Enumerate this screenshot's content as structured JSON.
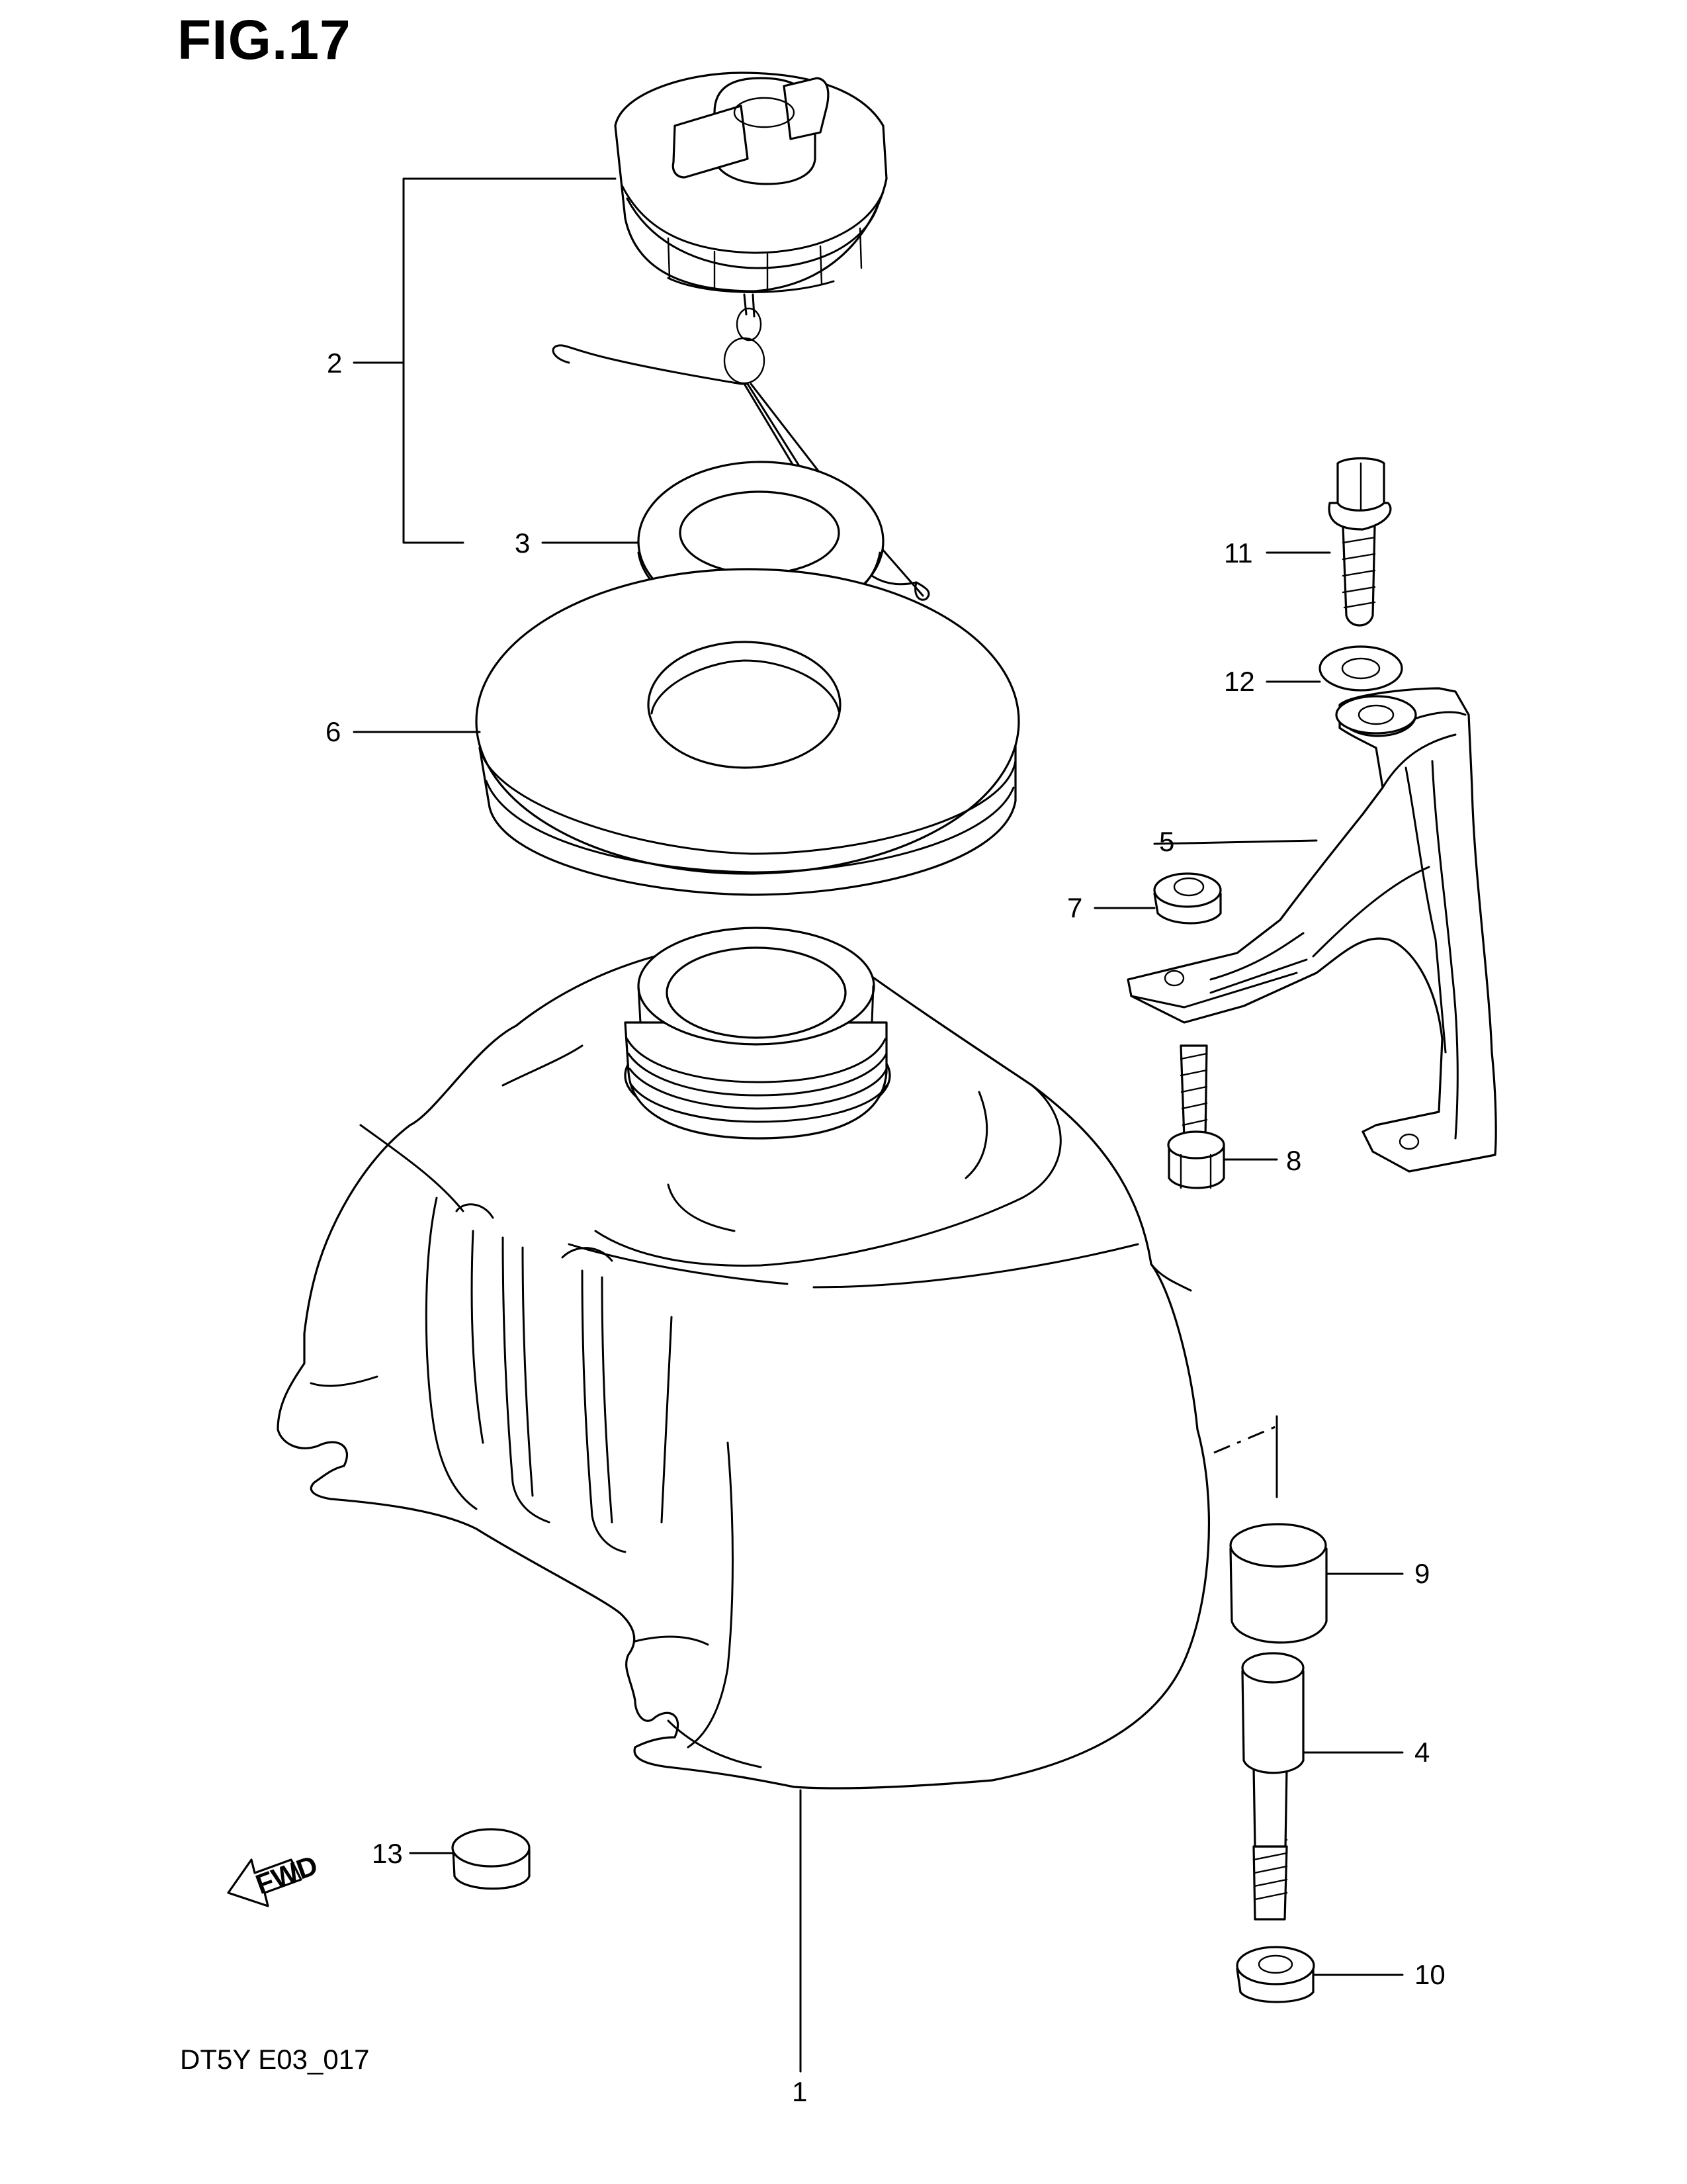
{
  "figure": {
    "title": "FIG.17",
    "code": "DT5Y E03_017"
  },
  "callouts": [
    {
      "number": "1",
      "part": "fuel-tank"
    },
    {
      "number": "2",
      "part": "fuel-cap-assembly"
    },
    {
      "number": "3",
      "part": "cap-gasket"
    },
    {
      "number": "4",
      "part": "mount-bolt"
    },
    {
      "number": "5",
      "part": "tank-bracket"
    },
    {
      "number": "6",
      "part": "neck-cushion"
    },
    {
      "number": "7",
      "part": "flange-nut"
    },
    {
      "number": "8",
      "part": "bracket-bolt"
    },
    {
      "number": "9",
      "part": "rubber-cushion"
    },
    {
      "number": "10",
      "part": "flange-nut"
    },
    {
      "number": "11",
      "part": "bracket-bolt"
    },
    {
      "number": "12",
      "part": "washer"
    },
    {
      "number": "13",
      "part": "cap"
    }
  ],
  "fwd_label": "FWD"
}
